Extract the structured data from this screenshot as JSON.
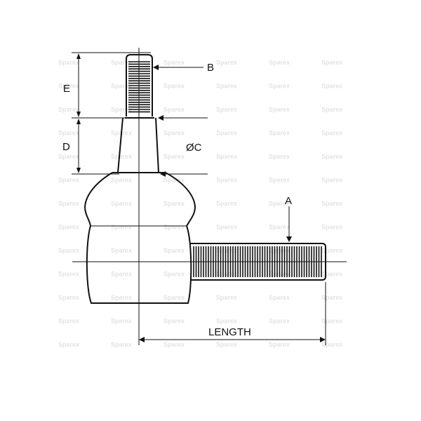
{
  "labels": {
    "a": "A",
    "b": "B",
    "c": "ØC",
    "d": "D",
    "e": "E",
    "length": "LENGTH"
  },
  "watermark": "Sparex",
  "colors": {
    "line": "#111111",
    "watermark": "#e3e3e3"
  }
}
